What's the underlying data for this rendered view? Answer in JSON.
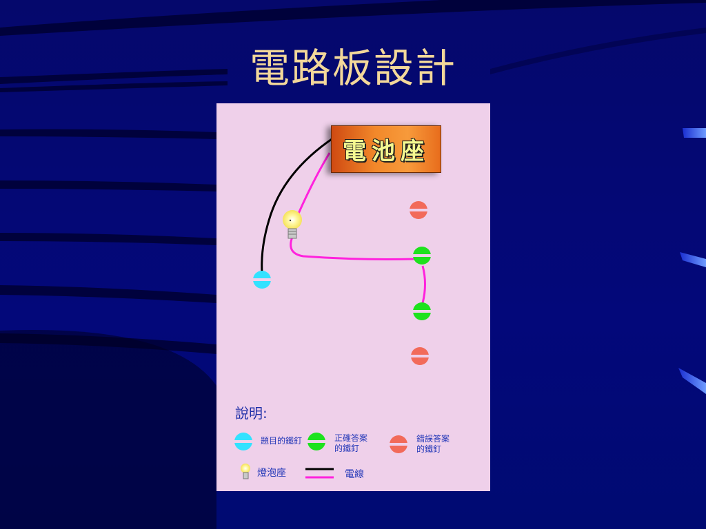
{
  "slide": {
    "title": "電路板設計",
    "colors": {
      "background": "#03076e",
      "title": "#f3d89a",
      "board": "#efd0ea",
      "stripe": "#000033",
      "accent": "#3c6cf0"
    }
  },
  "board": {
    "battery_label": "電池座",
    "colors": {
      "battery": "#f2882a",
      "black_wire": "#000000",
      "magenta_wire": "#ff22dd",
      "question_nail": "#33e2ff",
      "correct_nail": "#1ee21e",
      "wrong_nail": "#f26a5a",
      "bulb": "#fff58a"
    },
    "legend": {
      "heading": "說明:",
      "question_nail_label": "題目的鐵釘",
      "correct_nail_label": "正確答案\n的鐵釘",
      "wrong_nail_label": "錯誤答案\n的鐵釘",
      "bulb_label": "燈泡座",
      "wire_label": "電線"
    }
  }
}
